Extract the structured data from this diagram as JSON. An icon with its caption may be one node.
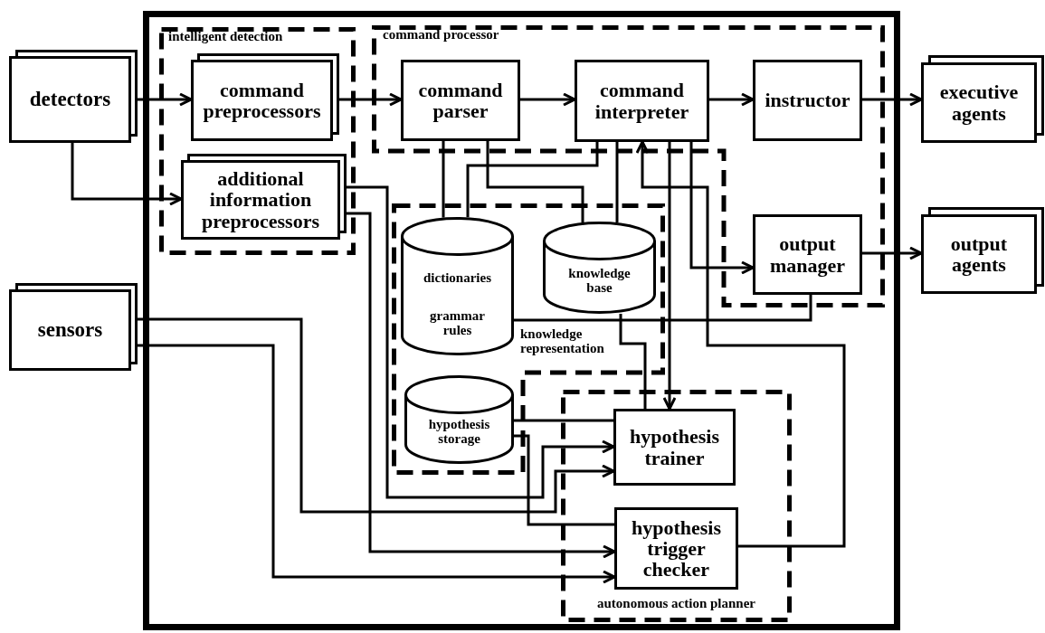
{
  "diagram": {
    "nodes": [
      {
        "text": [
          "detectors"
        ]
      },
      {
        "text": [
          "sensors"
        ]
      },
      {
        "text": [],
        "shape": "box"
      },
      {
        "text": [
          "intelligent detection"
        ],
        "in": 2
      },
      {
        "text": [
          "command preprocessors"
        ],
        "in": 3
      },
      {
        "text": [
          "additional information preprocessors"
        ],
        "in": 3
      },
      {
        "text": [
          "command processor"
        ],
        "in": 2
      },
      {
        "text": [
          "command parser"
        ],
        "in": 6
      },
      {
        "text": [
          "command interpreter"
        ],
        "in": 6
      },
      {
        "text": [
          "instructor"
        ],
        "in": 6
      },
      {
        "text": [
          "output manager"
        ],
        "in": 6
      },
      {
        "text": [
          "knowledge representation"
        ],
        "in": 2
      },
      {
        "text": [
          "dictionaries"
        ],
        "in": 11
      },
      {
        "text": [
          "grammar rules"
        ],
        "in": 11
      },
      {
        "text": [
          "knowledge base"
        ],
        "in": 11
      },
      {
        "text": [
          "hypothesis storage"
        ],
        "in": 11
      },
      {
        "text": [
          "autonomous action planner"
        ],
        "in": 2
      },
      {
        "text": [
          "hypothesis trainer"
        ],
        "in": 16
      },
      {
        "text": [
          "hypothesis trigger checker"
        ],
        "in": 16
      },
      {
        "text": [
          "executive agents"
        ]
      },
      {
        "text": [
          "output agents"
        ]
      }
    ],
    "edges": [
      {
        "from": 0,
        "to": 4,
        "arrow": "to"
      },
      {
        "from": 0,
        "to": 5,
        "arrow": "to"
      },
      {
        "from": 4,
        "to": 7,
        "arrow": "to"
      },
      {
        "from": 7,
        "to": 8,
        "arrow": "to"
      },
      {
        "from": 8,
        "to": 9,
        "arrow": "to"
      },
      {
        "from": 9,
        "to": 19,
        "arrow": "to"
      },
      {
        "from": 10,
        "to": 20,
        "arrow": "to"
      },
      {
        "from": 7,
        "to": 12,
        "arrow": "none"
      },
      {
        "from": 7,
        "to": 14,
        "arrow": "none"
      },
      {
        "from": 8,
        "to": 12,
        "arrow": "none"
      },
      {
        "from": 8,
        "to": 14,
        "arrow": "none"
      },
      {
        "from": 8,
        "to": 17,
        "arrow": "to"
      },
      {
        "from": 8,
        "to": 10,
        "arrow": "to"
      },
      {
        "from": 18,
        "to": 8,
        "arrow": "to"
      },
      {
        "from": 10,
        "to": 13,
        "arrow": "none"
      },
      {
        "from": 14,
        "to": 17,
        "arrow": "none"
      },
      {
        "from": 15,
        "to": 17,
        "arrow": "none"
      },
      {
        "from": 15,
        "to": 18,
        "arrow": "none"
      },
      {
        "from": 5,
        "to": 17,
        "arrow": "to"
      },
      {
        "from": 5,
        "to": 18,
        "arrow": "to"
      },
      {
        "from": 1,
        "to": 17,
        "arrow": "to"
      },
      {
        "from": 1,
        "to": 18,
        "arrow": "to"
      }
    ]
  }
}
